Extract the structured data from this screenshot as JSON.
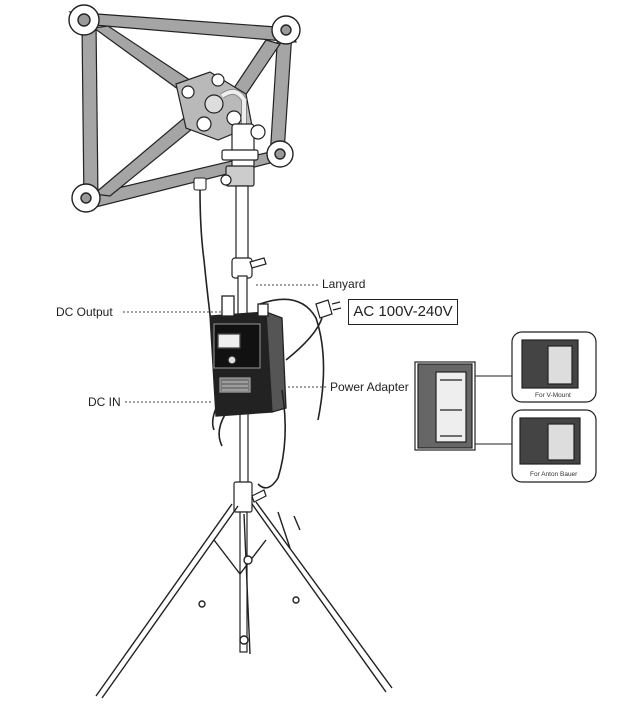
{
  "labels": {
    "lanyard": "Lanyard",
    "dc_output": "DC Output",
    "ac_input": "AC 100V-240V",
    "power_adapter": "Power Adapter",
    "dc_in": "DC IN"
  },
  "inset": {
    "v_mount_caption": "For V-Mount",
    "anton_bauer_caption": "For Anton Bauer"
  },
  "colors": {
    "line": "#222222",
    "frame_fill": "#9a9a9a",
    "box_fill": "#1a1a1a"
  }
}
